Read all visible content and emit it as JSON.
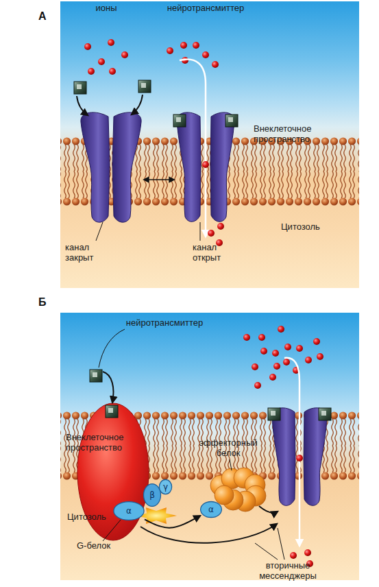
{
  "diagram": {
    "nodes": [
      {
        "text": [
          "А"
        ]
      },
      {
        "text": [
          "Б"
        ]
      },
      {
        "text": [
          "α"
        ],
        "in": 1
      },
      {
        "text": [
          "β"
        ],
        "in": 1
      },
      {
        "text": [
          "γ"
        ],
        "in": 1
      },
      {
        "text": [
          "α"
        ],
        "in": 1
      }
    ],
    "edges": [
      {
        "from": 2,
        "to": 5,
        "arrow": "to"
      }
    ],
    "labels": [
      "ионы",
      "нейротрансмиттер",
      "Внеклеточное пространство",
      "Цитозоль",
      "канал закрыт",
      "канал открыт",
      "нейротрансмиттер",
      "Внеклеточное пространство",
      "эффекторный белок",
      "Цитозоль",
      "G-белок",
      "вторичные мессенджеры"
    ]
  }
}
